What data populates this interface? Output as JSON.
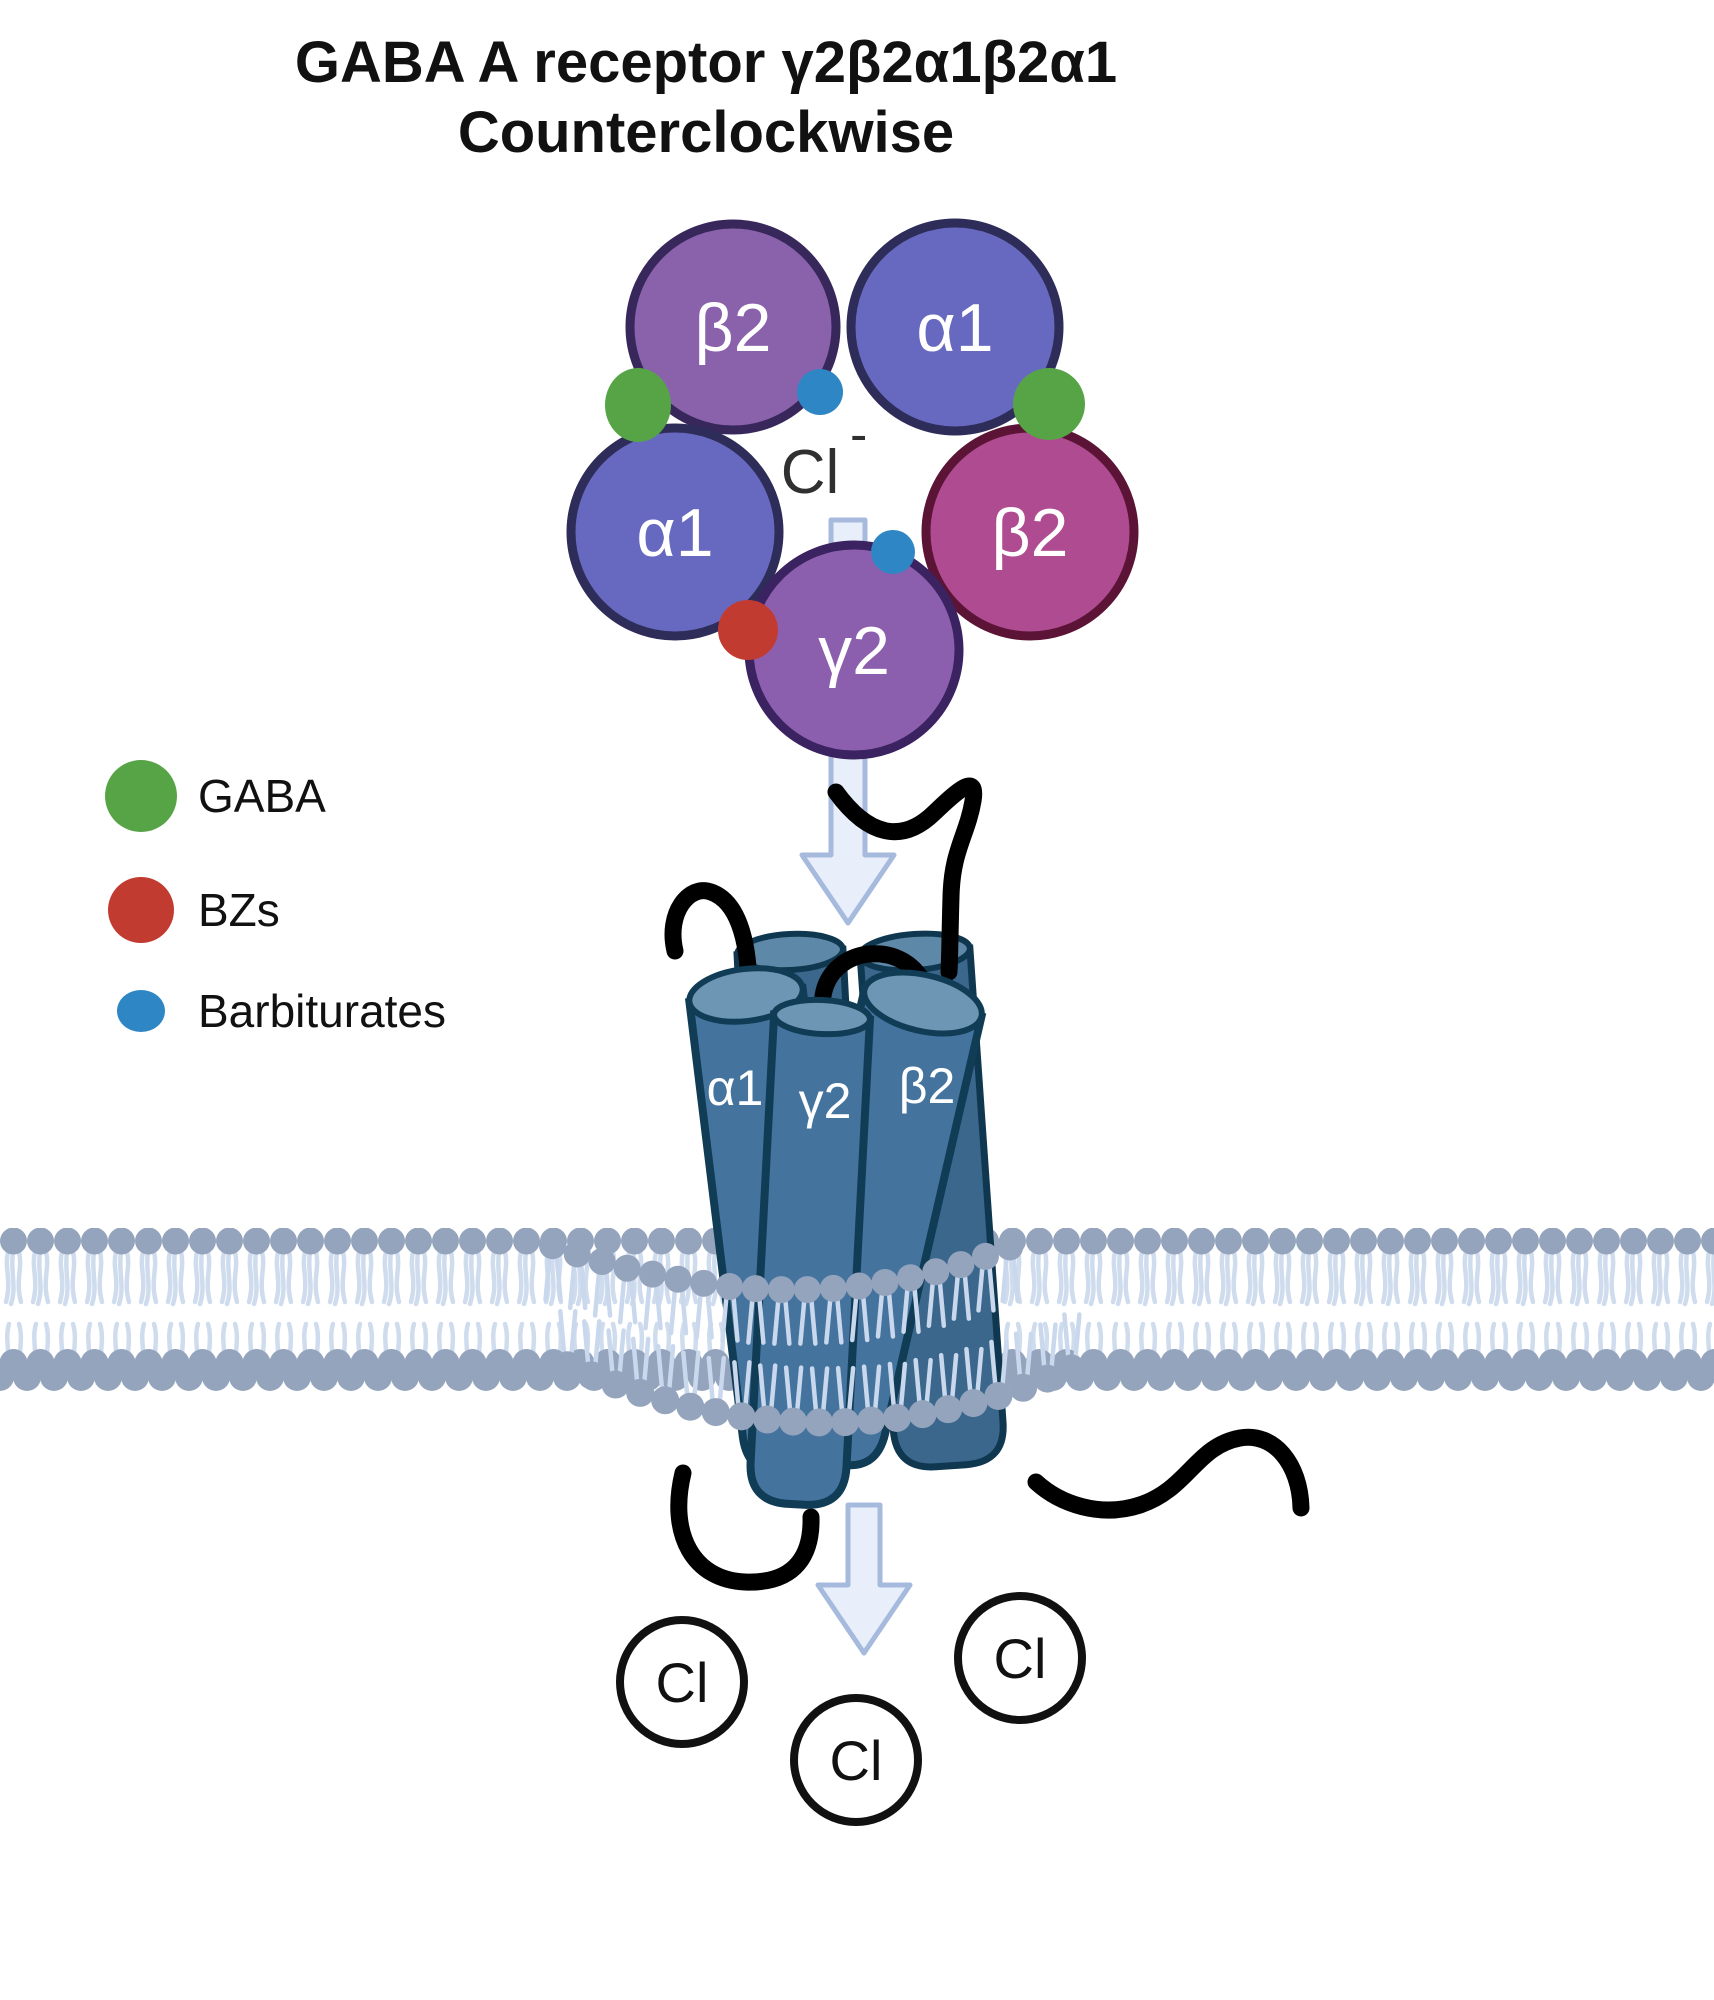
{
  "title": {
    "line1": "GABA A receptor γ2β2α1β2α1",
    "line2": "Counterclockwise"
  },
  "ring": {
    "chloride_label": "Cl",
    "chloride_sup": "-",
    "subunits": [
      {
        "id": "beta2-top-left",
        "label": "β2",
        "color": "#8a62ac"
      },
      {
        "id": "alpha1-top-right",
        "label": "α1",
        "color": "#6769c0"
      },
      {
        "id": "alpha1-mid-left",
        "label": "α1",
        "color": "#6769c0"
      },
      {
        "id": "beta2-mid-right",
        "label": "β2",
        "color": "#ae4b91"
      },
      {
        "id": "gamma2-bottom",
        "label": "γ2",
        "color": "#8c5fae"
      }
    ]
  },
  "legend": {
    "items": [
      {
        "label": "GABA",
        "color": "#57a447"
      },
      {
        "label": "BZs",
        "color": "#c23b31"
      },
      {
        "label": "Barbiturates",
        "color": "#2e86c4"
      }
    ]
  },
  "receptor": {
    "subunit_labels": [
      "α1",
      "γ2",
      "β2"
    ]
  },
  "ions": {
    "label": "Cl"
  }
}
